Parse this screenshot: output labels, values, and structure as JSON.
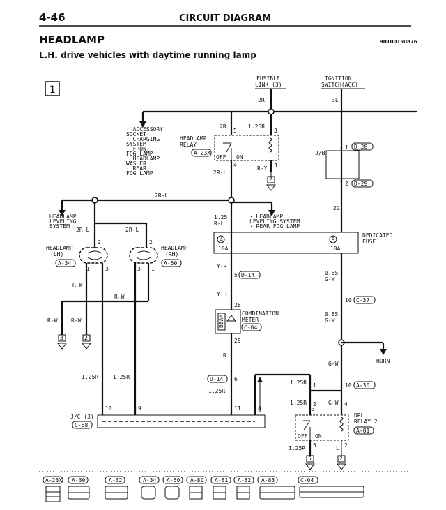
{
  "header": {
    "page_number": "4-46",
    "section_title": "CIRCUIT DIAGRAM",
    "title": "HEADLAMP",
    "subtitle": "L.H. drive vehicles with daytime running lamp",
    "doc_code": "90100150876",
    "sheet_number": "1"
  },
  "sources": {
    "fusible_link": [
      "FUSIBLE",
      "LINK (3)"
    ],
    "ignition_switch": [
      "IGNITION",
      "SWITCH(ACC)"
    ]
  },
  "accessory_list": [
    "· ACCESSORY",
    "  SOCKET",
    "· CHARGING",
    "  SYSTEM",
    "· FRONT",
    "  FOG LAMP",
    "· HEADLAMP",
    "  WASHER",
    "· REAR",
    "  FOG LAMP"
  ],
  "leveling_list": [
    "· HEADLAMP",
    "  LEVELING SYSTEM",
    "· REAR FOG LAMP"
  ],
  "components": {
    "headlamp_relay": [
      "HEADLAMP",
      "RELAY"
    ],
    "headlamp_relay_conn": "A-23X",
    "jb": "J/B",
    "dedicated_fuse": [
      "DEDICATED",
      "FUSE"
    ],
    "headlamp_lh": [
      "HEADLAMP",
      "(LH)"
    ],
    "headlamp_lh_conn": "A-34",
    "headlamp_rh": [
      "HEADLAMP",
      "(RH)"
    ],
    "headlamp_rh_conn": "A-50",
    "leveling_left": [
      "HEADLAMP",
      "LEVELING",
      "SYSTEM"
    ],
    "combination_meter": [
      "COMBINATION",
      "METER"
    ],
    "combination_meter_conn": "C-04",
    "beam": "BEAM",
    "horn": "HORN",
    "jc": "J/C (3)",
    "jc_conn": "C-68",
    "drl_relay": [
      "DRL",
      "RELAY 2"
    ],
    "drl_relay_conn": "A-81",
    "off": "OFF",
    "on": "ON",
    "fuse_10a_left": "10A",
    "fuse_10a_right": "10A"
  },
  "wires": {
    "w_2R": "2R",
    "w_3L": "3L",
    "w_2R_b": "2R",
    "w_125R": "1.25R",
    "w_2RL_relay": "2R-L",
    "w_2RL_bus": "2R-L",
    "w_RY": "R-Y",
    "w_2G": "2G",
    "w_125RL": [
      "1.25",
      "R-L"
    ],
    "w_2RL_lh": "2R-L",
    "w_2RL_rh": "2R-L",
    "w_RW_lh": "R-W",
    "w_RW_mid": "R-W",
    "w_RW_l1": "R-W",
    "w_RW_l2": "R-W",
    "w_YR_1": "Y-R",
    "w_YR_2": "Y-R",
    "w_085GW_1": [
      "0.85",
      "G-W"
    ],
    "w_085GW_2": [
      "0.85",
      "G-W"
    ],
    "w_R": "R",
    "w_GW": "G-W",
    "w_125R_a": "1.25R",
    "w_125R_b": "1.25R",
    "w_125R_meter": "1.25R",
    "w_125R_drl1": "1.25R",
    "w_125R_drl2": "1.25R",
    "w_125R_drl3": "1.25R",
    "w_GW_drl": "G-W",
    "w_L": "L"
  },
  "pins": {
    "relay_5": "5",
    "relay_3": "3",
    "relay_4": "4",
    "relay_1": "1",
    "jb_1": "1",
    "jb_2": "2",
    "fuse_4": "4",
    "fuse_9": "9",
    "lh_2": "2",
    "lh_1": "1",
    "lh_3": "3",
    "rh_2": "2",
    "rh_3": "3",
    "rh_1": "1",
    "meter_5": "5",
    "meter_28": "28",
    "meter_29": "29",
    "meter_10": "10",
    "dm_6": "6",
    "jc_10": "10",
    "jc_9": "9",
    "jc_11": "11",
    "jc_8": "8",
    "drl_1": "1",
    "drl_10": "10",
    "drl_2": "2",
    "drl_3": "3",
    "drl_4": "4",
    "drl_5": "5",
    "drl_2b": "2",
    "gnd_left_a": "3",
    "gnd_left_b": "2",
    "gnd_relay": "2",
    "gnd_drl_a": "5",
    "gnd_drl_b": "2"
  },
  "connector_refs": {
    "c_14": "D-14",
    "c_28": "D-28",
    "c_29": "D-29",
    "c_37": "C-37",
    "c_dm14": "D-14",
    "c_30": "A-30"
  },
  "legend": [
    "A-23X",
    "A-30",
    "A-32",
    "A-34",
    "A-50",
    "A-80",
    "A-81",
    "A-82",
    "A-83",
    "C-04"
  ],
  "colors": {
    "ink": "#111111",
    "paper": "#ffffff"
  }
}
